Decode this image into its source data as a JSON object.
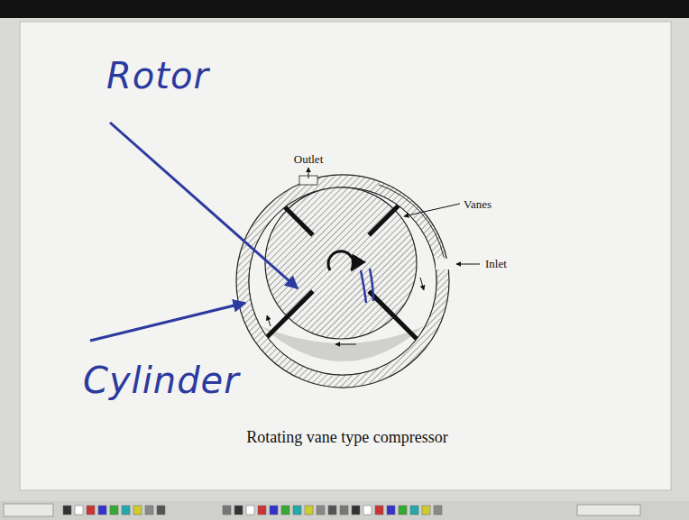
{
  "diagram": {
    "caption": "Rotating vane type compressor",
    "labels": [
      "Outlet",
      "Vanes",
      "Inlet",
      "Rotor",
      "Cylinder"
    ]
  }
}
